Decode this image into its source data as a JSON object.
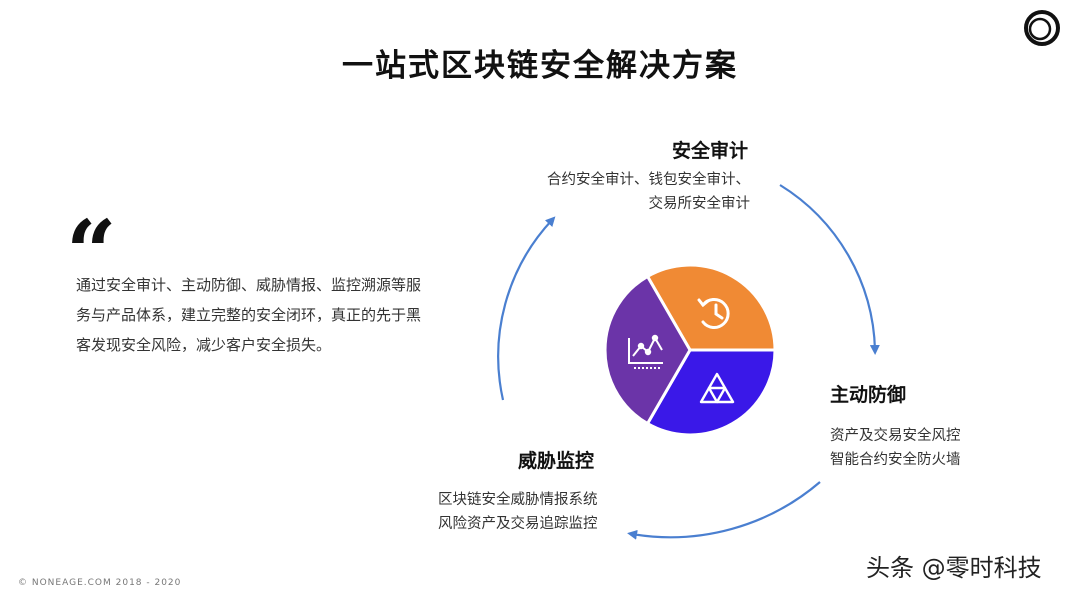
{
  "title": "一站式区块链安全解决方案",
  "quote": {
    "mark": "“",
    "text": "通过安全审计、主动防御、威胁情报、监控溯源等服务与产品体系，建立完整的安全闭环，真正的先于黑客发现安全风险，减少客户安全损失。"
  },
  "sections": {
    "audit": {
      "title": "安全审计",
      "line1": "合约安全审计、钱包安全审计、",
      "line2": "交易所安全审计",
      "color": "#f08a34",
      "icon": "history-clock-icon"
    },
    "defense": {
      "title": "主动防御",
      "line1": "资产及交易安全风控",
      "line2": "智能合约安全防火墙",
      "color": "#3a18e8",
      "icon": "triangle-network-icon"
    },
    "threat": {
      "title": "威胁监控",
      "line1": "区块链安全威胁情报系统",
      "line2": "风险资产及交易追踪监控",
      "color": "#6b34a8",
      "icon": "line-chart-icon"
    }
  },
  "arrow_color": "#4a7fd0",
  "footer": "©   NONEAGE.COM      2018  -  2020",
  "watermark": "头条 @零时科技"
}
